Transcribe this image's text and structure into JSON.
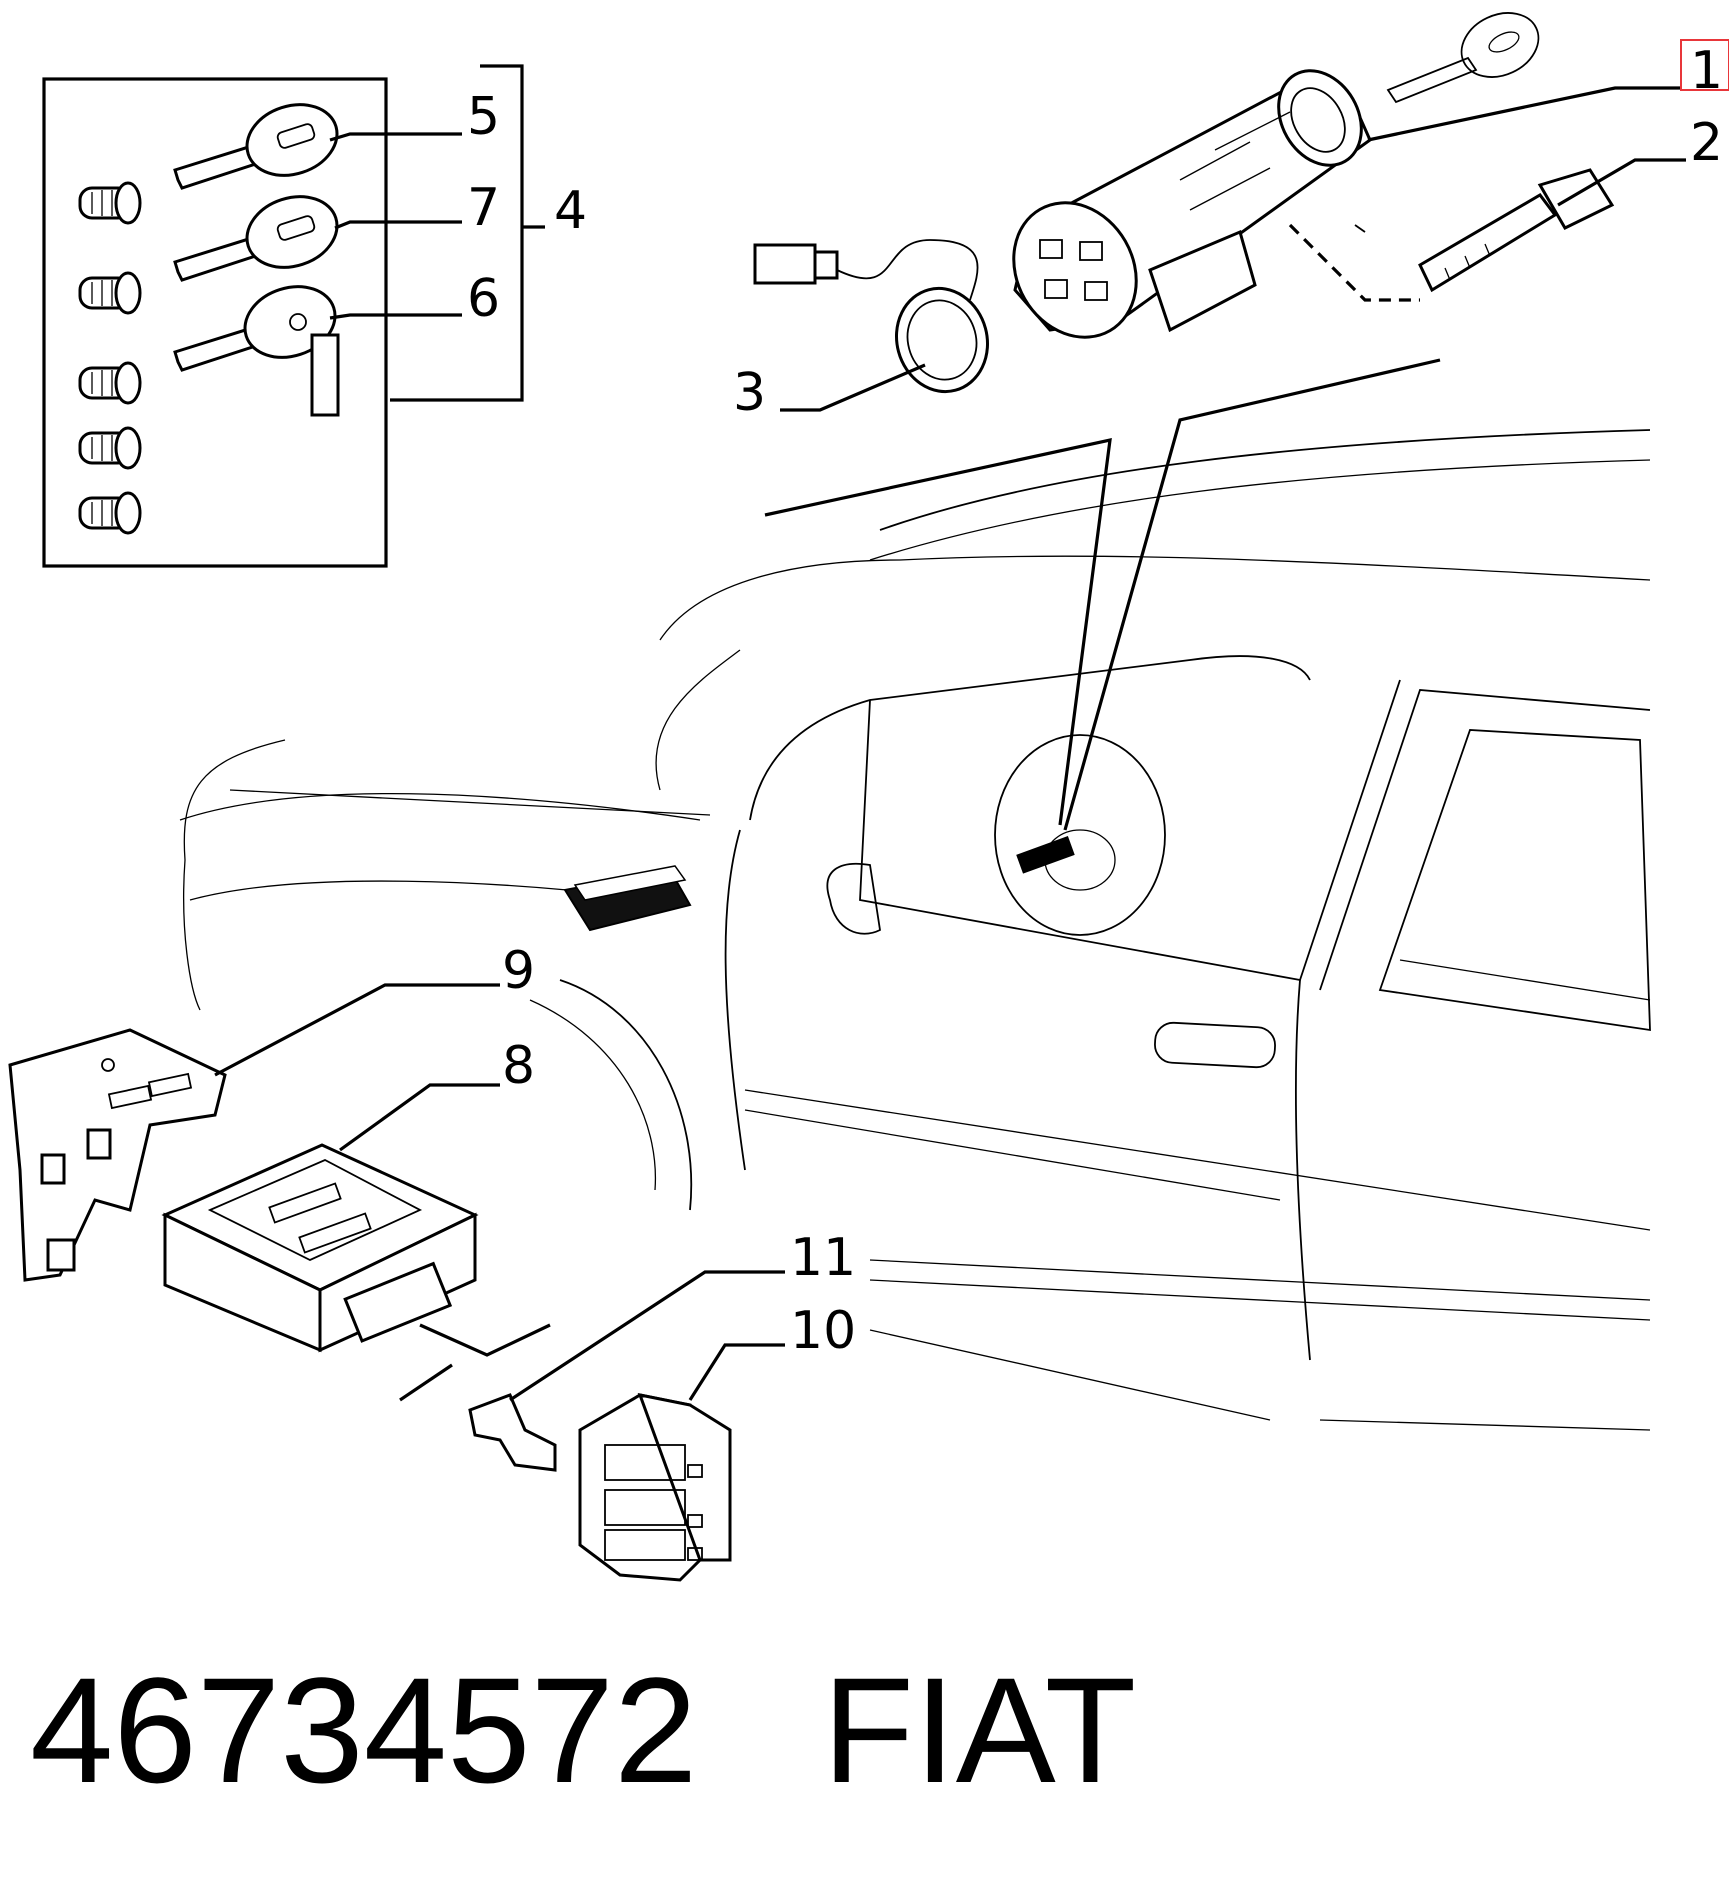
{
  "labels": {
    "l1": "1",
    "l2": "2",
    "l3": "3",
    "l4": "4",
    "l5": "5",
    "l6": "6",
    "l7": "7",
    "l8": "8",
    "l9": "9",
    "l10": "10",
    "l11": "11"
  },
  "caption": {
    "part_number": "46734572",
    "brand": "FIAT"
  },
  "colors": {
    "ink": "#000000",
    "paper": "#ffffff",
    "highlight": "#e8363a"
  }
}
